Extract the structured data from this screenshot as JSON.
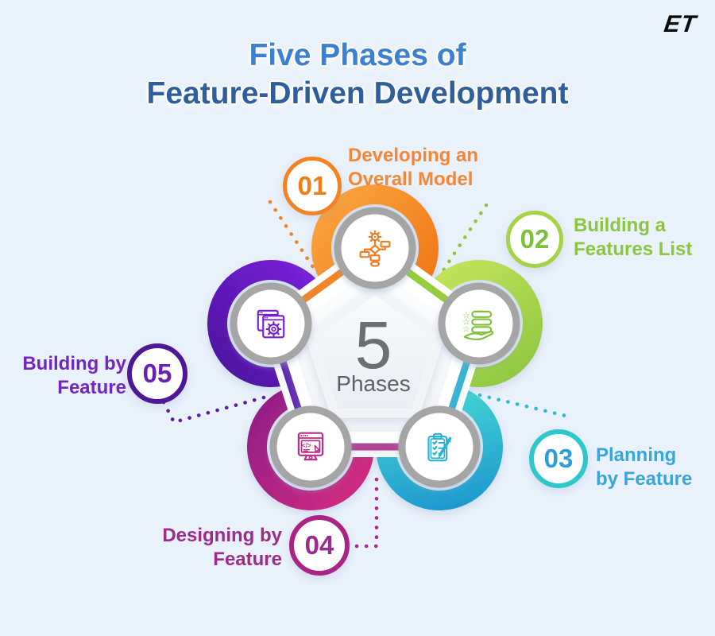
{
  "background_color": "#e9f1fb",
  "logo": {
    "text": "ET"
  },
  "title": {
    "line1": "Five Phases of",
    "line2": "Feature-Driven Development",
    "line1_color": "#3c80d2",
    "line2_color": "#2d5f9e"
  },
  "center": {
    "number": "5",
    "label": "Phases"
  },
  "phases": [
    {
      "number": "01",
      "label_line1": "Developing an",
      "label_line2": "Overall Model",
      "color": "#f58634",
      "ring_color": "#f58220",
      "arc_color": "#f07412",
      "icon": "flowchart-gear-icon"
    },
    {
      "number": "02",
      "label_line1": "Building a",
      "label_line2": "Features List",
      "color": "#8cc63e",
      "ring_color": "#a5d345",
      "arc_color": "#8bc63f",
      "icon": "features-list-hand-icon"
    },
    {
      "number": "03",
      "label_line1": "Planning",
      "label_line2": "by Feature",
      "color": "#3aa5d8",
      "ring_color": "#2dc8cb",
      "arc_color": "#1a93cf",
      "icon": "clipboard-checklist-icon"
    },
    {
      "number": "04",
      "label_line1": "Designing by",
      "label_line2": "Feature",
      "color": "#9c2b8c",
      "ring_color": "#ab2484",
      "arc_color": "#bc2486",
      "icon": "monitor-code-icon"
    },
    {
      "number": "05",
      "label_line1": "Building by",
      "label_line2": "Feature",
      "color": "#7227c2",
      "ring_color": "#4e1894",
      "arc_color": "#5a18b0",
      "icon": "windows-gear-icon"
    }
  ]
}
